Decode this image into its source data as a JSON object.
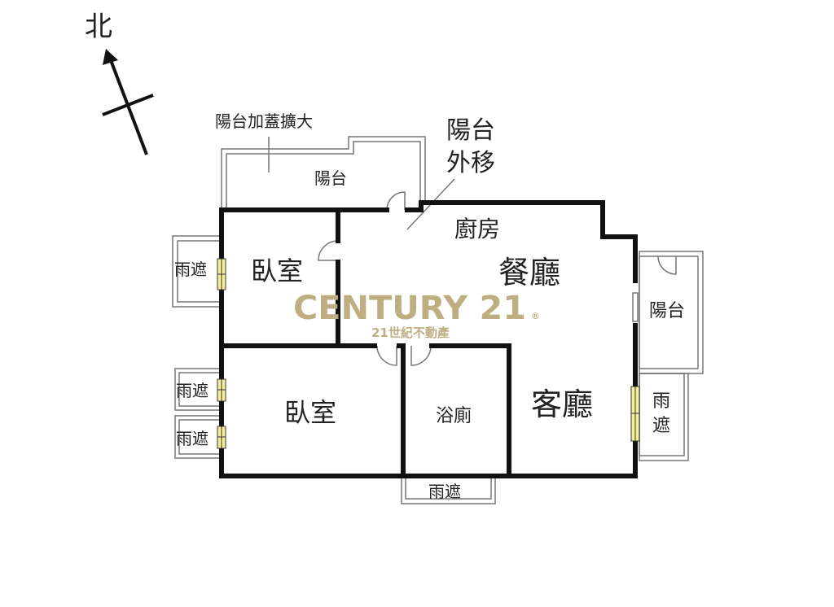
{
  "compass": {
    "north_label": "北",
    "icon": "north-arrow-icon"
  },
  "labels": {
    "balcony_extension": "陽台加蓋擴大",
    "balcony_top": "陽台",
    "balcony_moved_line1": "陽台",
    "balcony_moved_line2": "外移",
    "kitchen": "廚房",
    "dining_room": "餐廳",
    "bedroom_1": "臥室",
    "bedroom_2": "臥室",
    "bathroom": "浴廁",
    "living_room": "客廳",
    "balcony_right": "陽台",
    "rain_cover_left_1": "雨遮",
    "rain_cover_left_2": "雨遮",
    "rain_cover_left_3": "雨遮",
    "rain_cover_right_line1": "雨",
    "rain_cover_right_line2": "遮",
    "rain_cover_bottom": "雨遮"
  },
  "watermark": {
    "brand": "CENTURY 21",
    "registered": "®",
    "subtitle": "21世紀不動產",
    "color": "#bfae82"
  },
  "colors": {
    "wall": "#111111",
    "window": "#f3ee9a",
    "thin_line": "#777777"
  }
}
